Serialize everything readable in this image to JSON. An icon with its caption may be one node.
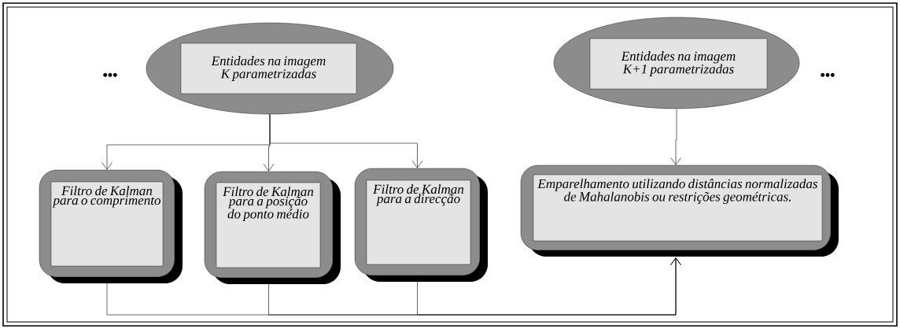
{
  "diagram": {
    "nodes": [
      {
        "text": [
          "Entidades na imagem K parametrizadas"
        ]
      },
      {
        "text": [
          "Filtro de Kalman para o comprimento"
        ]
      },
      {
        "text": [
          "Filtro de Kalman para a posição do ponto médio"
        ]
      },
      {
        "text": [
          "Filtro de Kalman para a direcção"
        ]
      },
      {
        "text": [
          "Entidades na imagem K+1 parametrizadas"
        ]
      },
      {
        "text": [
          "Emparelhamento utilizando distâncias normalizadas de Mahalanobis ou restrições geométricas."
        ]
      }
    ],
    "edges": [
      {
        "from": 0,
        "to": 1,
        "arrow": "to"
      },
      {
        "from": 0,
        "to": 2,
        "arrow": "to"
      },
      {
        "from": 0,
        "to": 3,
        "arrow": "to"
      },
      {
        "from": 4,
        "to": 5,
        "arrow": "to"
      },
      {
        "from": 1,
        "to": 5,
        "arrow": "to"
      },
      {
        "from": 2,
        "to": 5,
        "arrow": "to"
      },
      {
        "from": 3,
        "to": 5,
        "arrow": "to"
      }
    ],
    "labels": [
      "•••",
      "•••"
    ]
  }
}
